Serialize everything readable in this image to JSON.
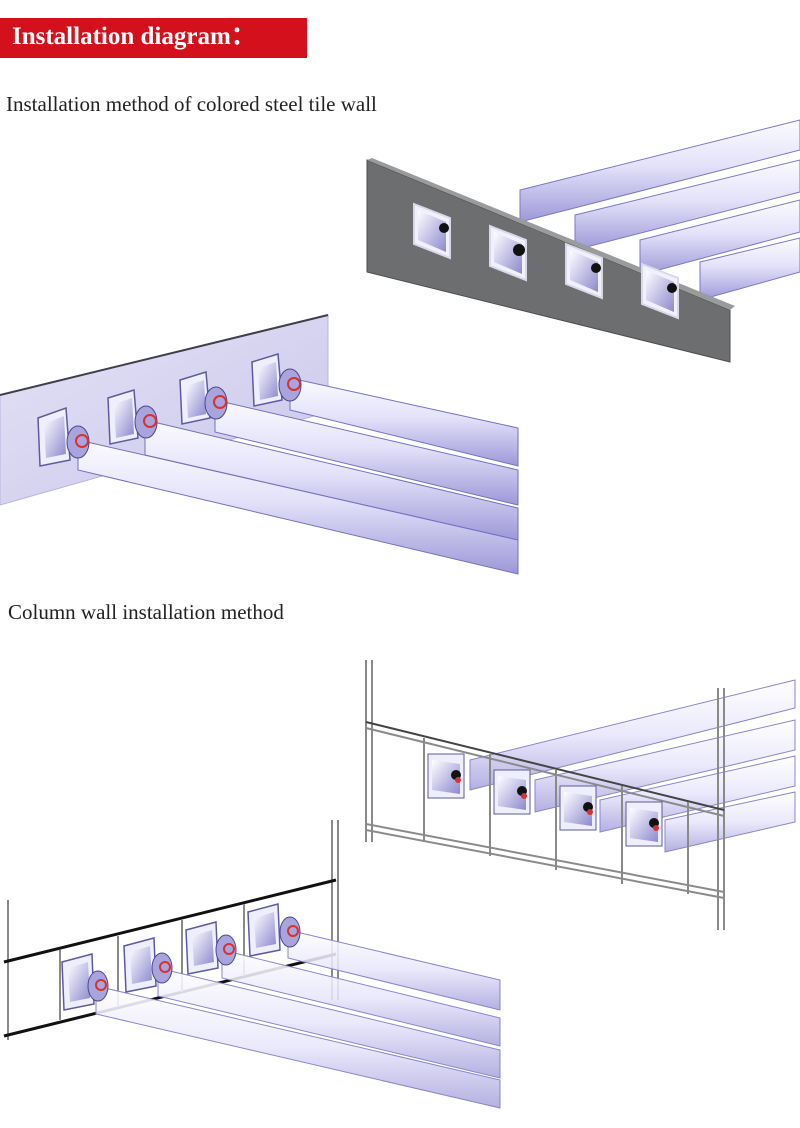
{
  "header": {
    "title": "Installation diagram：",
    "accent_color": "#d3101b"
  },
  "sections": [
    {
      "heading": "Installation method of colored steel tile wall",
      "wall_type": "colored-steel-tile"
    },
    {
      "heading": "Column wall installation method",
      "wall_type": "column-frame"
    }
  ],
  "colors": {
    "duct_light": "#e6e4fb",
    "duct_mid": "#c8c4ef",
    "duct_dark": "#8f8ad2",
    "wall_gray": "#6d6e70",
    "wall_lavender": "#d7d5f0",
    "fan_red": "#d8322e",
    "frame_line": "#8a8a8a"
  }
}
